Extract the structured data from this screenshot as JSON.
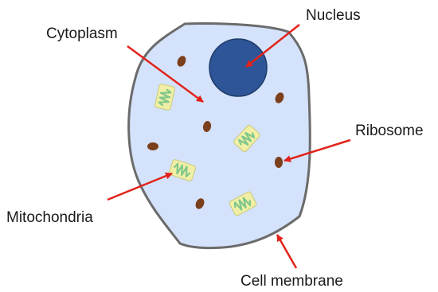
{
  "labels": {
    "nucleus": "Nucleus",
    "cytoplasm": "Cytoplasm",
    "ribosome": "Ribosome",
    "mitochondria": "Mitochondria",
    "cell_membrane": "Cell membrane"
  },
  "colors": {
    "cytoplasm_fill": "#d4e3fb",
    "membrane_stroke": "#6b6b6b",
    "nucleus_fill": "#2e5597",
    "nucleus_stroke": "#1f3b6a",
    "ribosome_fill": "#7b3f1b",
    "mitochondria_fill": "#f1efa6",
    "mitochondria_stroke": "#c9c97a",
    "cristae": "#7fc78a",
    "arrow": "#e2231a"
  }
}
